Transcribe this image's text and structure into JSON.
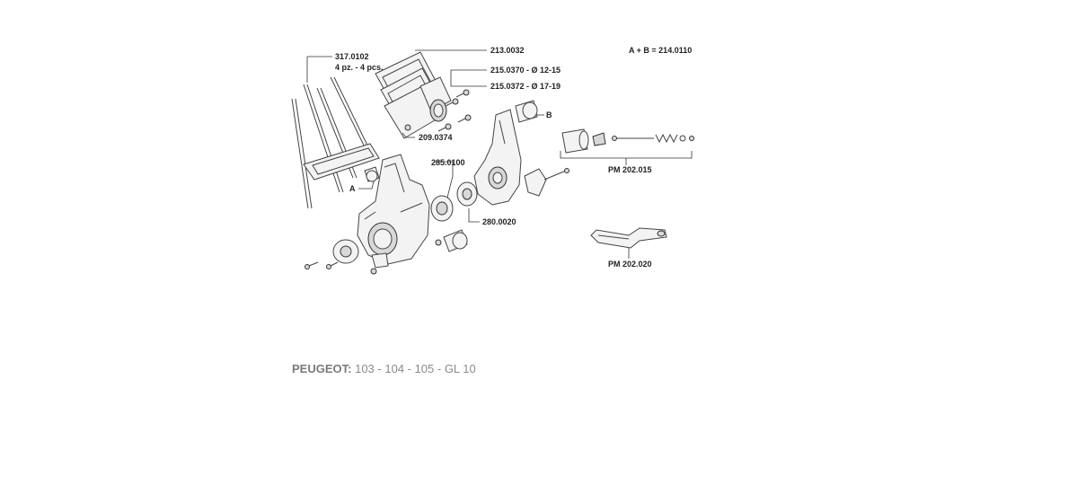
{
  "diagram": {
    "labels": {
      "studs_code": "317.0102",
      "studs_qty": "4 pz. - 4 pcs.",
      "manifold_code": "213.0032",
      "adapter_small_code": "215.0370 - Ø 12-15",
      "adapter_large_code": "215.0372 - Ø 17-19",
      "gasket_code": "209.0374",
      "bearing_code": "285.0100",
      "seal_code": "280.0020",
      "assembly_code": "A + B = 214.0110",
      "kit_a_letter": "A",
      "kit_b_letter": "B",
      "lever_kit_code": "PM 202.015",
      "pedal_kit_code": "PM 202.020"
    }
  },
  "caption": {
    "brand": "PEUGEOT:",
    "models": "103 - 104 - 105 - GL 10"
  }
}
